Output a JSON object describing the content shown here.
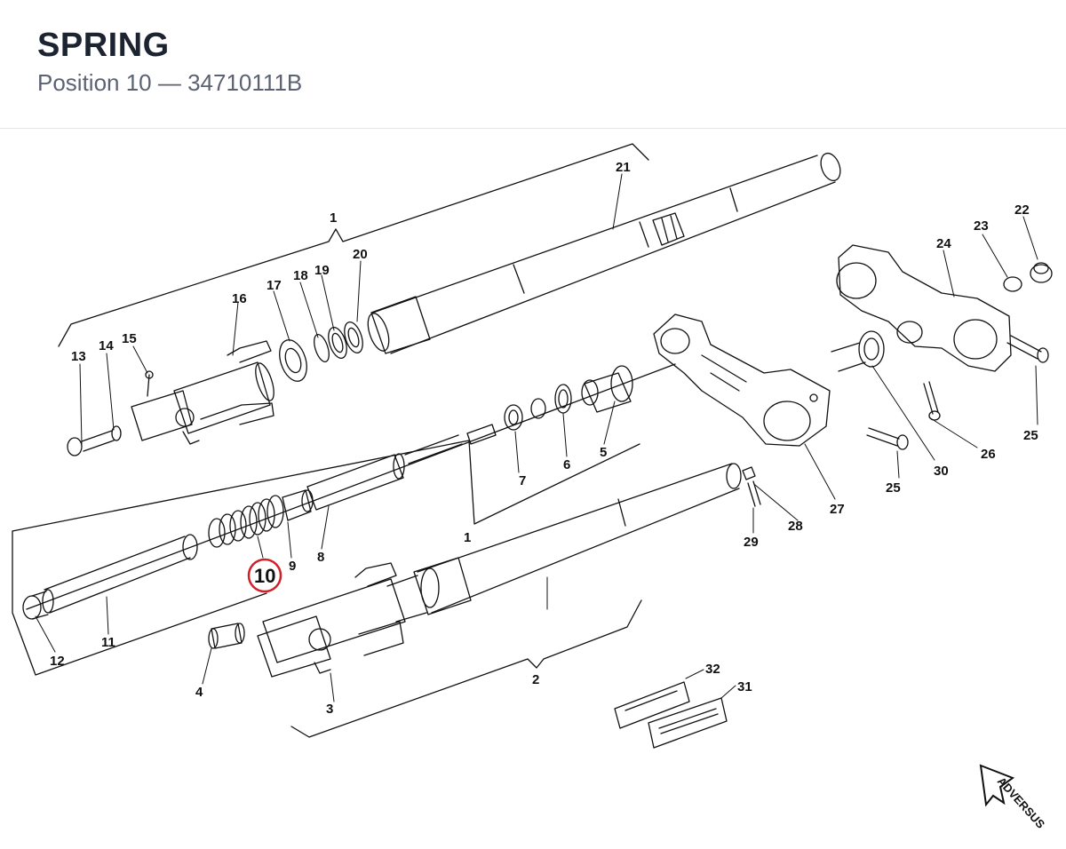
{
  "header": {
    "title": "SPRING",
    "subtitle": "Position 10 — 34710111B"
  },
  "highlight": {
    "position": "10",
    "color": "#d0202a"
  },
  "callouts": {
    "c1a": "1",
    "c1b": "1",
    "c2": "2",
    "c3": "3",
    "c4": "4",
    "c5": "5",
    "c6": "6",
    "c7": "7",
    "c8": "8",
    "c9": "9",
    "c11": "11",
    "c12": "12",
    "c13": "13",
    "c14": "14",
    "c15": "15",
    "c16": "16",
    "c17": "17",
    "c18": "18",
    "c19": "19",
    "c20": "20",
    "c21": "21",
    "c22": "22",
    "c23": "23",
    "c24": "24",
    "c25a": "25",
    "c25b": "25",
    "c26": "26",
    "c27": "27",
    "c28": "28",
    "c29": "29",
    "c30": "30",
    "c31": "31",
    "c32": "32"
  },
  "watermark": {
    "text": "ADVERSUS"
  }
}
